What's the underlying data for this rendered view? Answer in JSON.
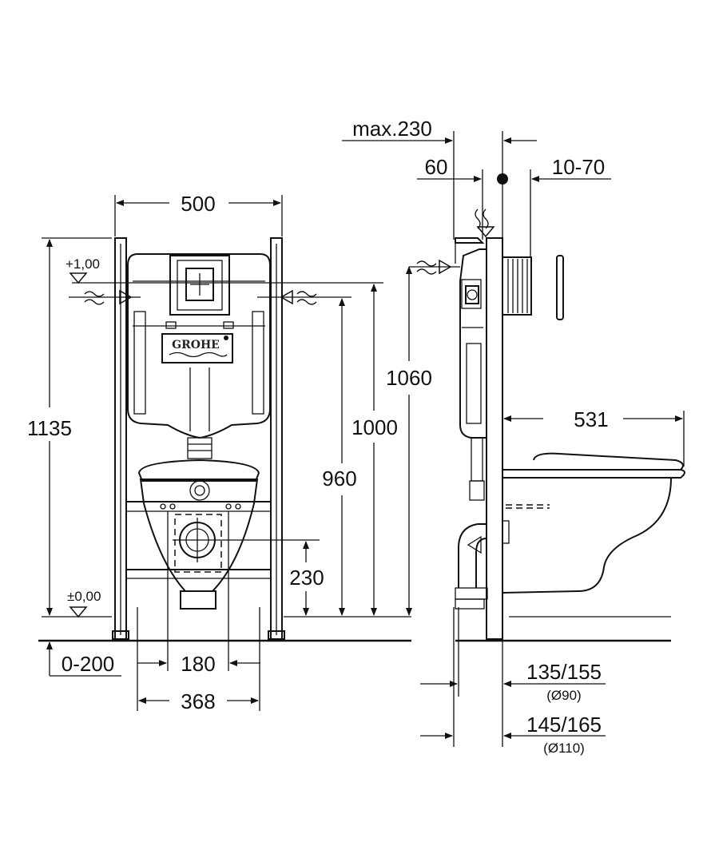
{
  "brand": {
    "logo_text": "GROHE"
  },
  "front_view": {
    "width": "500",
    "total_height": "1135",
    "height_1060": "1060",
    "height_1000": "1000",
    "height_960": "960",
    "height_230": "230",
    "level_top": "+1,00",
    "level_floor": "±0,00",
    "floor_depth": "0-200",
    "bolt_spacing": "180",
    "bowl_width": "368"
  },
  "side_view": {
    "max_depth": "max.230",
    "depth_60": "60",
    "wall_range": "10-70",
    "projection": "531",
    "drain_90": "135/155",
    "drain_90_dia": "(Ø90)",
    "drain_110": "145/165",
    "drain_110_dia": "(Ø110)"
  }
}
